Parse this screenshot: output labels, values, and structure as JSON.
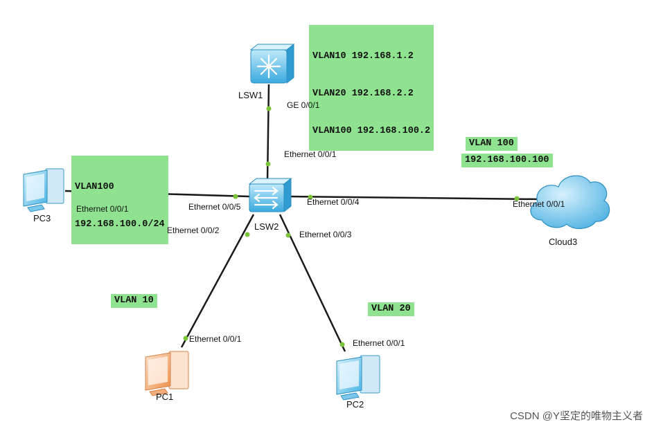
{
  "devices": {
    "lsw1": "LSW1",
    "lsw2": "LSW2",
    "pc1": "PC1",
    "pc2": "PC2",
    "pc3": "PC3",
    "cloud3": "Cloud3"
  },
  "ports": {
    "lsw1_ge": "GE 0/0/1",
    "lsw2_e1": "Ethernet 0/0/1",
    "lsw2_e2": "Ethernet 0/0/2",
    "lsw2_e3": "Ethernet 0/0/3",
    "lsw2_e4": "Ethernet 0/0/4",
    "lsw2_e5": "Ethernet 0/0/5",
    "pc1_e1": "Ethernet 0/0/1",
    "pc2_e1": "Ethernet 0/0/1",
    "pc3_e1": "Ethernet 0/0/1",
    "cloud_e1": "Ethernet 0/0/1"
  },
  "notes": {
    "lsw1": [
      "VLAN10 192.168.1.2",
      "VLAN20 192.168.2.2",
      "VLAN100 192.168.100.2"
    ],
    "pc3": [
      "VLAN100",
      "192.168.100.0/24"
    ],
    "cloud_vlan": "VLAN 100",
    "cloud_ip": "192.168.100.100",
    "pc1": "VLAN 10",
    "pc2": "VLAN 20"
  },
  "watermark": "CSDN @Y坚定的唯物主义者",
  "colors": {
    "note_bg": "#8fe28f",
    "port_dot": "#7bc33a",
    "link": "#1a1a1a",
    "device_blue": "#5fbfe8",
    "pc1_orange": "#f0a060"
  }
}
